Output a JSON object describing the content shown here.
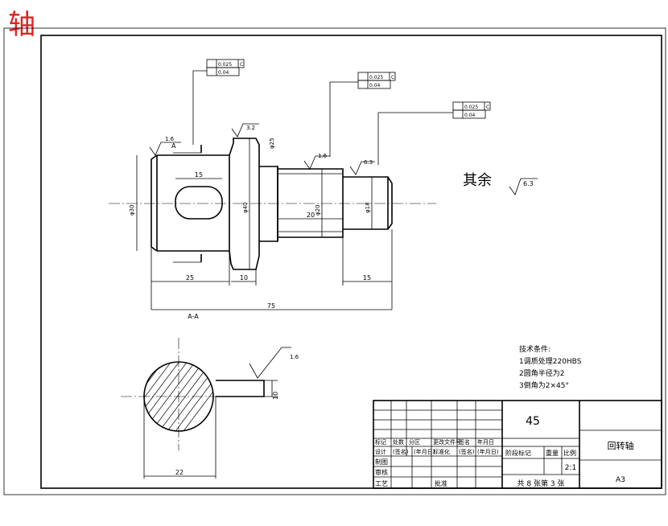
{
  "corner_title": "轴",
  "remaining_finish": {
    "label": "其余",
    "value": "6.3"
  },
  "section_label": "A-A",
  "section_mark": "A",
  "dimensions": {
    "keyway_length": "15",
    "len_25": "25",
    "len_10": "10",
    "len_20": "20",
    "len_15": "15",
    "total_75": "75",
    "sec_depth": "10",
    "sec_width": "22"
  },
  "diameters": {
    "d30": "φ30",
    "d40": "φ40",
    "d25": "φ25",
    "d20": "φ20",
    "d18": "φ18"
  },
  "roughness": [
    "1.6",
    "3.2",
    "1.6",
    "6.3",
    "1.6"
  ],
  "tolerance_frames": [
    {
      "runout": "0.025",
      "datum": "C",
      "cyl": "0.04"
    },
    {
      "runout": "0.025",
      "datum": "C",
      "cyl": "0.04"
    },
    {
      "runout": "0.025",
      "datum": "C",
      "cyl": "0.04"
    }
  ],
  "tech_requirements": {
    "heading": "技术条件:",
    "items": [
      "1调质处理220HBS",
      "2圆角半径为2",
      "3倒角为2×45°"
    ]
  },
  "title_block": {
    "material": "45",
    "part_name": "回转轴",
    "sheet_size": "A3",
    "sheets": "共 8 张第 3 张",
    "scale_value": "2:1",
    "header_row": [
      "标记",
      "处数",
      "分区",
      "更改文件号",
      "签名",
      "年月日"
    ],
    "design_row": [
      "设计",
      "(签名)",
      "(年月日)",
      "标准化",
      "(签名)",
      "(年月日)"
    ],
    "stage_labels": [
      "阶段标记",
      "重量",
      "比例"
    ],
    "draw_label": "制图",
    "check_label": "审核",
    "process_label": "工艺",
    "approve_label": "批准"
  }
}
